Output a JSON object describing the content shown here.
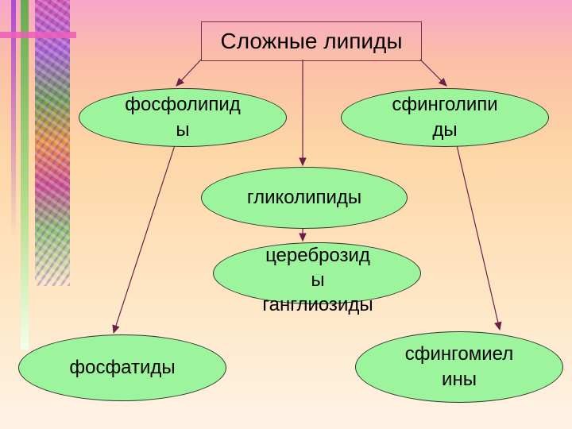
{
  "title": "Сложные липиды",
  "nodes": {
    "phospholipids": [
      "фосфолипид",
      "ы"
    ],
    "sphingolipids": [
      "сфинголипи",
      "ды"
    ],
    "glycolipids": "гликолипиды",
    "cerebrosides": [
      "цереброзид",
      "ы",
      "ганглиозиды"
    ],
    "phosphatides": "фосфатиды",
    "sphingomyelins": [
      "сфингомиел",
      "ины"
    ]
  },
  "colors": {
    "node_fill": "#9cf59c",
    "arrow": "#6b1f4a",
    "title_border": "#7a2c4e"
  }
}
